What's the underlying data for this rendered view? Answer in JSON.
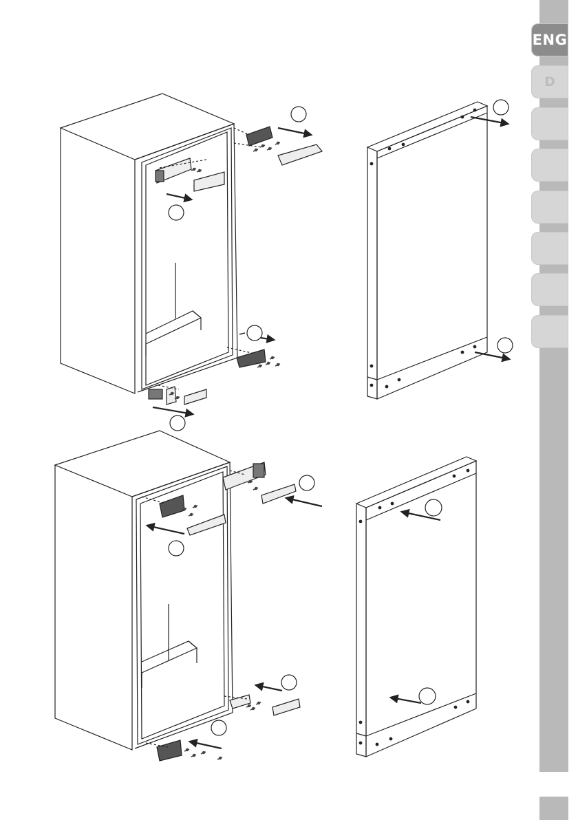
{
  "language_tabs": [
    {
      "label": "ENG",
      "active": true
    },
    {
      "label": "D",
      "active": false
    },
    {
      "label": "",
      "active": false
    },
    {
      "label": "",
      "active": false
    },
    {
      "label": "",
      "active": false
    },
    {
      "label": "",
      "active": false
    },
    {
      "label": "",
      "active": false
    },
    {
      "label": "",
      "active": false
    }
  ],
  "colors": {
    "rail": "#b9b9b9",
    "tab_active": "#8c8c8c",
    "tab_inactive": "#d6d6d6",
    "line": "#222222"
  },
  "figures": [
    {
      "name": "door-hinge-removal",
      "step_markers": [
        "",
        "",
        "",
        "",
        "",
        ""
      ]
    },
    {
      "name": "door-hinge-reinstallation",
      "step_markers": [
        "",
        "",
        "",
        "",
        "",
        ""
      ]
    }
  ]
}
